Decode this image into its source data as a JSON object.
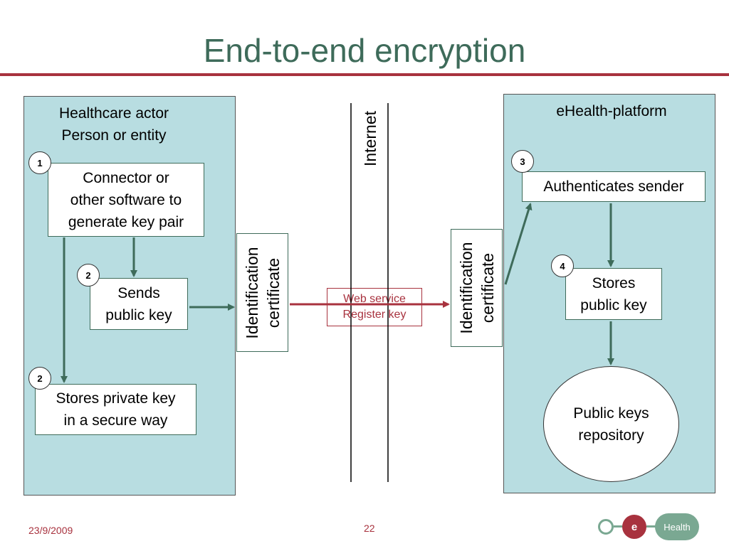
{
  "slide": {
    "title": "End-to-end encryption",
    "date": "23/9/2009",
    "page_number": "22"
  },
  "left_panel": {
    "title_line1": "Healthcare actor",
    "title_line2": "Person or entity"
  },
  "right_panel": {
    "title": "eHealth-platform"
  },
  "steps": {
    "connector": {
      "badge": "1",
      "line1": "Connector or",
      "line2": "other software to",
      "line3": "generate key pair"
    },
    "sends": {
      "badge": "2",
      "line1": "Sends",
      "line2": "public key"
    },
    "stores_private": {
      "badge": "2",
      "line1": "Stores private key",
      "line2": "in a secure way"
    },
    "authenticates": {
      "badge": "3",
      "line1": "Authenticates sender"
    },
    "stores_public": {
      "badge": "4",
      "line1": "Stores",
      "line2": "public key"
    },
    "repository": {
      "line1": "Public keys",
      "line2": "repository"
    }
  },
  "certificate_left": {
    "line1": "Identification",
    "line2": "certificate"
  },
  "certificate_right": {
    "line1": "Identification",
    "line2": "certificate"
  },
  "internet": {
    "label": "Internet"
  },
  "web_service": {
    "line1": "Web service",
    "line2": "Register key"
  },
  "logo": {
    "letter": "e",
    "word": "Health"
  },
  "colors": {
    "panel_fill": "#b8dde1",
    "arrow_green": "#3e6b5a",
    "accent_red": "#a8323e",
    "title_green": "#3e6b5a"
  }
}
